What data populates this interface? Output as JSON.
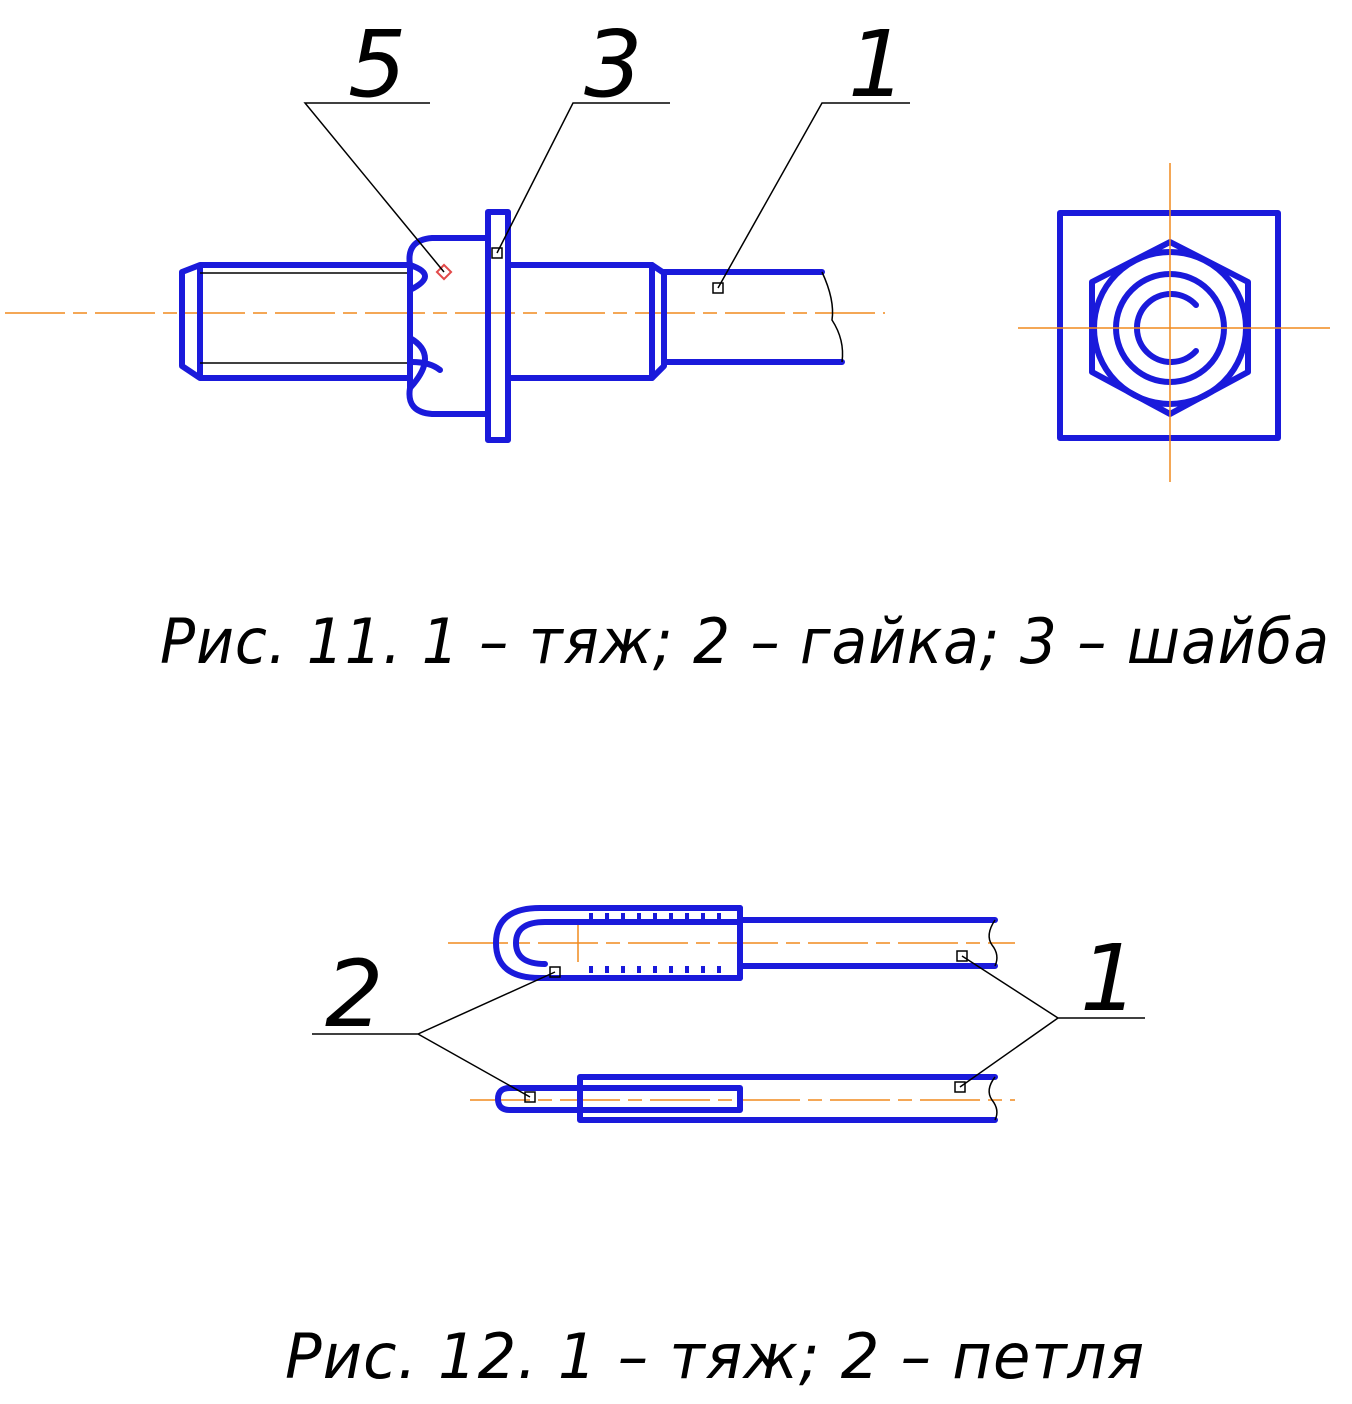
{
  "figure11": {
    "labels": {
      "pos5": "5",
      "pos3": "3",
      "pos1": "1"
    },
    "caption": "Рис. 11.    1 – тяж; 2 – гайка; 3 – шайба",
    "colors": {
      "part": "#1a1adb",
      "axis": "#f08a1e",
      "leader": "#000000"
    }
  },
  "figure12": {
    "labels": {
      "pos2": "2",
      "pos1": "1"
    },
    "caption": "Рис. 12.    1 – тяж; 2 – петля"
  }
}
